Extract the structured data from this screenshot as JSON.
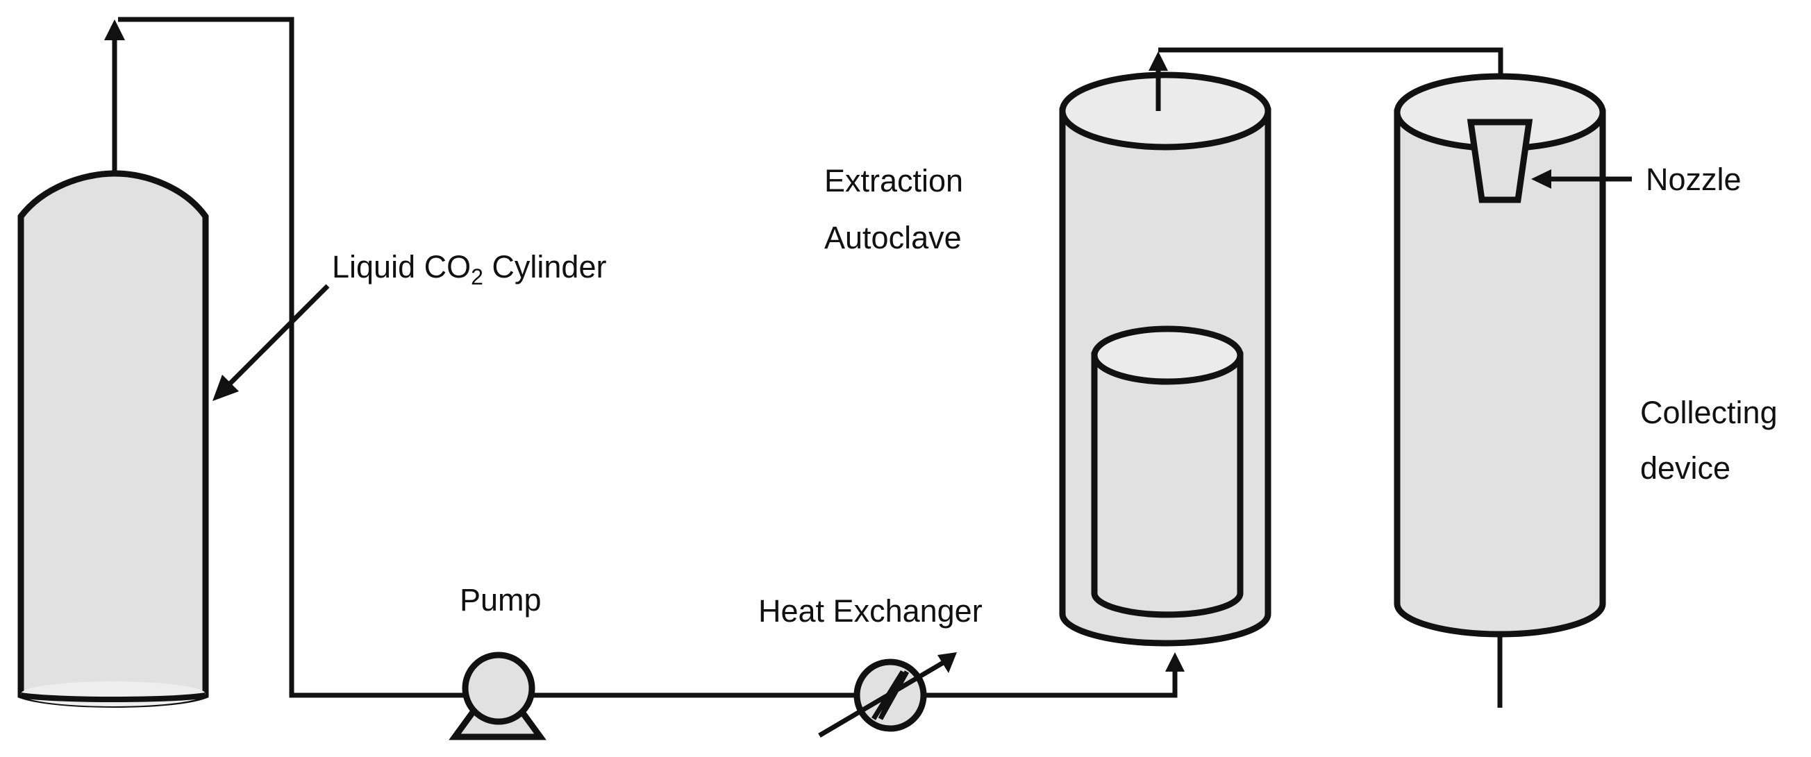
{
  "labels": {
    "cylinder": {
      "main": "Liquid CO",
      "subscript": "2",
      "rest": " Cylinder"
    },
    "pump": "Pump",
    "heat_exchanger": "Heat Exchanger",
    "autoclave_line1": "Extraction",
    "autoclave_line2": "Autoclave",
    "nozzle": "Nozzle",
    "collector_line1": "Collecting",
    "collector_line2": "device"
  },
  "colors": {
    "vessel_fill": "#e1e1e1",
    "vessel_top_fill": "#ebebeb",
    "outline": "#111111",
    "background": "#ffffff"
  }
}
